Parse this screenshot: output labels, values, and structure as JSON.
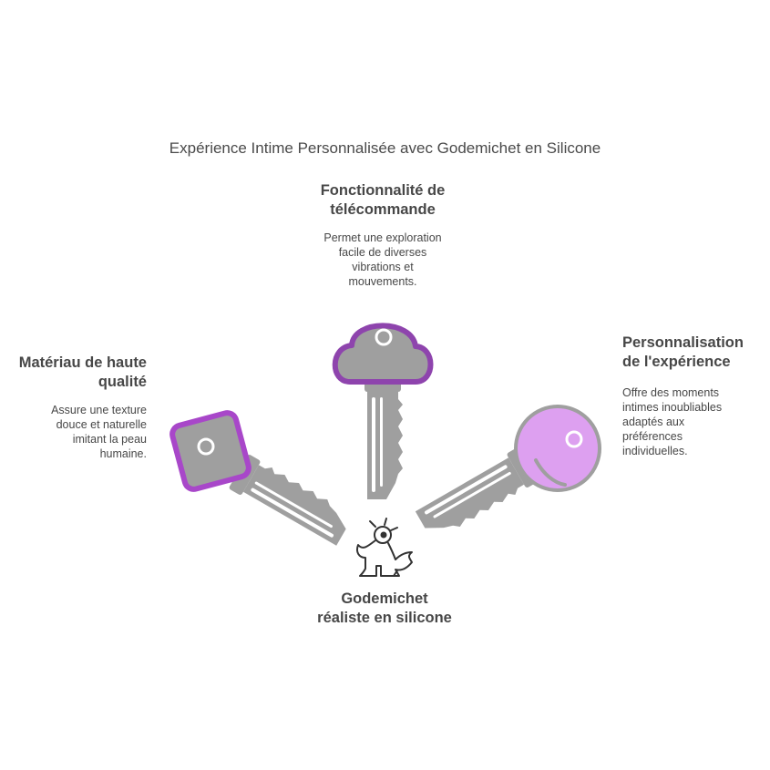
{
  "title": "Expérience Intime Personnalisée avec Godemichet en Silicone",
  "colors": {
    "key_gray": "#9f9f9f",
    "accent_dark_purple": "#8e44ad",
    "accent_light_purple": "#dda0f0",
    "text": "#474747"
  },
  "top": {
    "heading": [
      "Fonctionnalité de",
      "télécommande"
    ],
    "description": [
      "Permet une exploration",
      "facile de diverses",
      "vibrations et",
      "mouvements."
    ],
    "icon": "key-cloud-bow-icon"
  },
  "left": {
    "heading": [
      "Matériau de haute",
      "qualité"
    ],
    "description": [
      "Assure une texture",
      "douce et naturelle",
      "imitant la peau",
      "humaine."
    ],
    "icon": "key-square-bow-icon"
  },
  "right": {
    "heading": [
      "Personnalisation",
      "de l'expérience"
    ],
    "description": [
      "Offre des moments",
      "intimes inoubliables",
      "adaptés aux",
      "préférences",
      "individuelles."
    ],
    "icon": "key-round-bow-icon"
  },
  "center": {
    "heading": [
      "Godemichet",
      "réaliste en silicone"
    ],
    "icon": "lock-figure-icon"
  }
}
